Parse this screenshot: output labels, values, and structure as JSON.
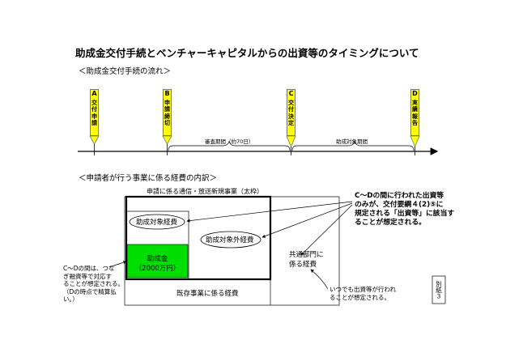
{
  "title": "助成金交付手続とベンチャーキャピタルからの出資等のタイミングについて",
  "flow_section": "＜助成金交付手続の流れ＞",
  "milestones": [
    {
      "letter": "A",
      "lines": [
        "交",
        "付",
        "申",
        "請"
      ]
    },
    {
      "letter": "B",
      "lines": [
        "申",
        "請",
        "締",
        "切"
      ]
    },
    {
      "letter": "C",
      "lines": [
        "交",
        "付",
        "決",
        "定"
      ]
    },
    {
      "letter": "D",
      "lines": [
        "実",
        "績",
        "報",
        "告"
      ]
    }
  ],
  "periods": {
    "review": "審査期間（約70日）",
    "subsidy": "助成対象期間"
  },
  "expense_section": "＜申請者が行う事業に係る経費の内訳＞",
  "boxes": {
    "new_business": "申請に係る通信・放送新規事業（太枠）",
    "eligible": "助成対象経費",
    "ineligible": "助成対象外経費",
    "subsidy_line1": "助成金",
    "subsidy_line2": "（2000万円）",
    "common_line1": "共通部門に",
    "common_line2": "係る経費",
    "existing": "既存事業に係る経費"
  },
  "notes": {
    "right_bold": [
      "C～Dの間に行われた出資等",
      "のみが、交付要綱４(2)⑤に",
      "規定される「出資等」に該当す",
      "ることが想定される。"
    ],
    "left": [
      "C～Dの間は、つな",
      "ぎ融資等で対応す",
      "ることが想定される。",
      "（Dの時点で精算払",
      "い。）"
    ],
    "bottom": [
      "いつでも出資等が行われ",
      "ることが想定される。"
    ]
  },
  "annex_label": "別紙３"
}
